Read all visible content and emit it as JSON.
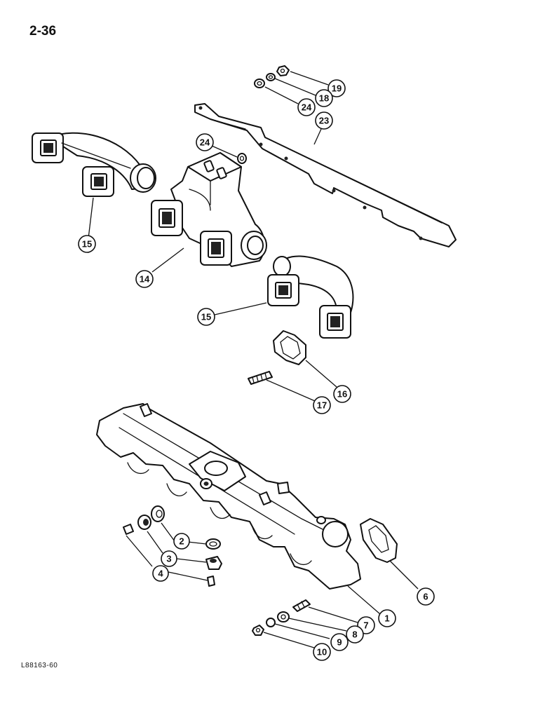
{
  "page_number": "2-36",
  "figure_code": "L88163-60",
  "callouts": [
    {
      "label": "19"
    },
    {
      "label": "18"
    },
    {
      "label": "24"
    },
    {
      "label": "23"
    },
    {
      "label": "24"
    },
    {
      "label": "15"
    },
    {
      "label": "14"
    },
    {
      "label": "15"
    },
    {
      "label": "16"
    },
    {
      "label": "17"
    },
    {
      "label": "2"
    },
    {
      "label": "3"
    },
    {
      "label": "4"
    },
    {
      "label": "6"
    },
    {
      "label": "1"
    },
    {
      "label": "7"
    },
    {
      "label": "8"
    },
    {
      "label": "9"
    },
    {
      "label": "10"
    }
  ]
}
